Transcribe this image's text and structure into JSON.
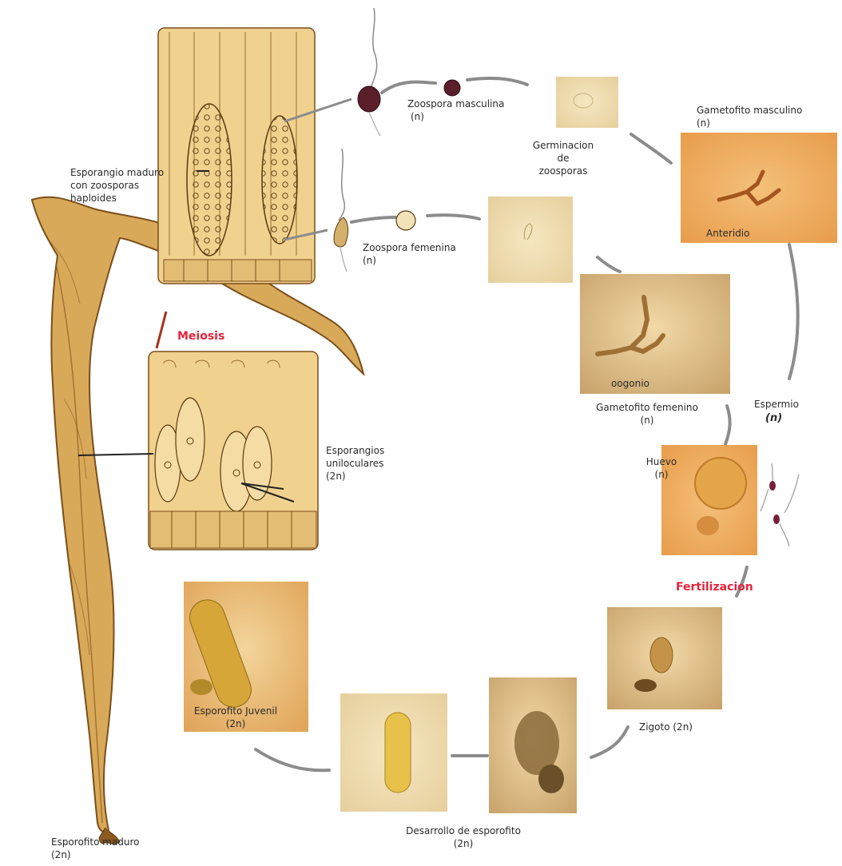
{
  "colors": {
    "kelp": "#d9a95a",
    "kelp_dark": "#8a5a20",
    "cells": "#f0d18e",
    "arrow": "#8c8c8c",
    "red_text": "#e8233a",
    "photo_warm": "#e7b46a"
  },
  "labels": {
    "zoospora_masculina": "Zoospora masculina",
    "zoospora_masculina_ploidy": "(n)",
    "gametofito_masculino": "Gametofito masculino",
    "gametofito_masculino_ploidy": "(n)",
    "germinacion_1": "Germinacion",
    "germinacion_2": "de",
    "germinacion_3": "zoosporas",
    "esporangio_1": "Esporangio maduro",
    "esporangio_2": "con zoosporas",
    "esporangio_3": "haploides",
    "zoospora_femenina": "Zoospora femenina",
    "zoospora_femenina_ploidy": "(n)",
    "anteridio": "Anteridio",
    "meiosis": "Meiosis",
    "oogonio": "oogonio",
    "gametofito_femenino": "Gametofito femenino",
    "gametofito_femenino_ploidy": "(n)",
    "espermio": "Espermio",
    "espermio_ploidy": "(n)",
    "esporangios_1": "Esporangios",
    "esporangios_2": "uniloculares",
    "esporangios_3": "(2n)",
    "huevo": "Huevo",
    "huevo_ploidy": "(n)",
    "fertilizacion": "Fertilizacion",
    "juvenil": "Esporofito Juvenil",
    "juvenil_ploidy": "(2n)",
    "zigoto": "Zigoto (2n)",
    "desarrollo": "Desarrollo de esporofito",
    "desarrollo_ploidy": "(2n)",
    "maduro": "Esporofito maduro",
    "maduro_ploidy": "(2n)"
  }
}
